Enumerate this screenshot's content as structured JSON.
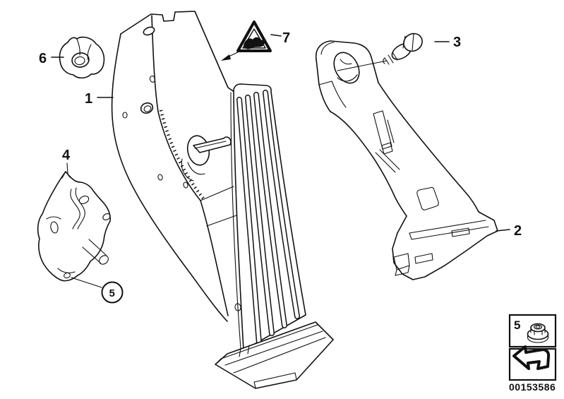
{
  "colors": {
    "background": "#ffffff",
    "line": "#111111"
  },
  "callouts": {
    "c1": "1",
    "c2": "2",
    "c3": "3",
    "c4": "4",
    "c5": "5",
    "c6": "6",
    "c7": "7"
  },
  "legend": {
    "ref_number": "5"
  },
  "footer": {
    "diagram_number": "00153586"
  }
}
